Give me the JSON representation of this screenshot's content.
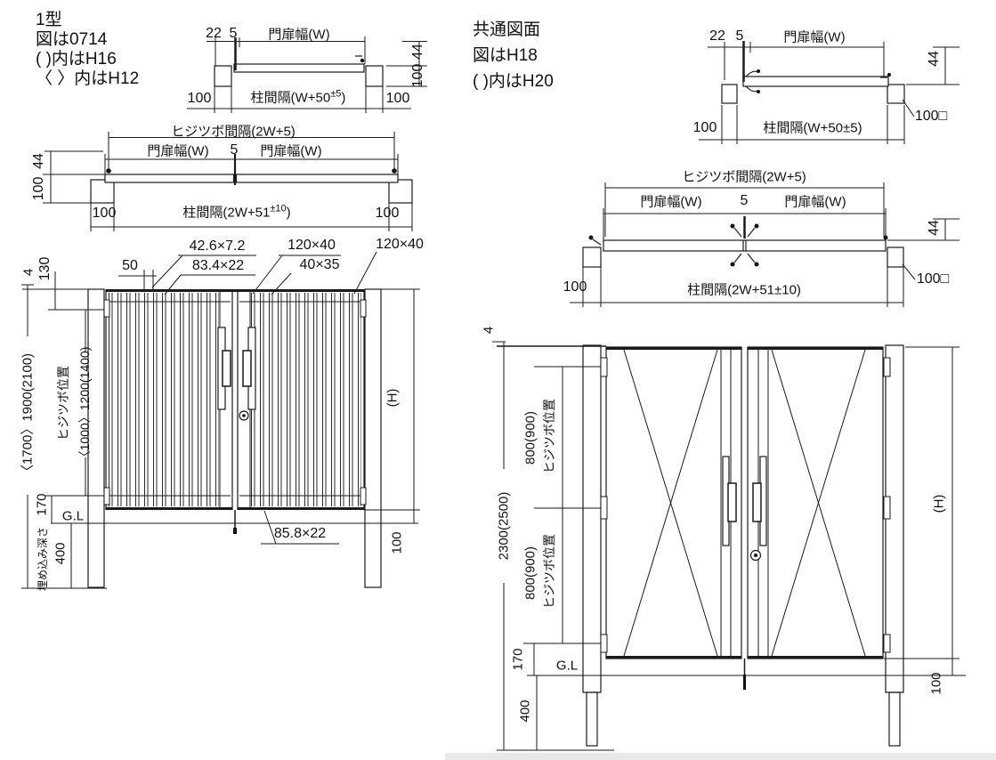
{
  "left": {
    "title": {
      "line1": "1型",
      "line2": "図は0714",
      "line3": "( )内はH16",
      "line4": "〈 〉内はH12"
    },
    "plan_top": {
      "dim_22": "22",
      "dim_5": "5",
      "door_width": "門扉幅(W)",
      "dim_44": "44",
      "dim_100_side": "100",
      "dim_100_left": "100",
      "pillar_pre": "柱間隔(W+50",
      "pillar_sup": "±5",
      "pillar_post": ")",
      "dim_100_right": "100"
    },
    "plan_mid": {
      "hinge_spacing": "ヒジツボ間隔(2W+5)",
      "door_width_left": "門扉幅(W)",
      "dim_5": "5",
      "door_width_right": "門扉幅(W)",
      "dim_44": "44",
      "dim_100_side": "100",
      "dim_100_left": "100",
      "pillar_pre": "柱間隔(2W+51",
      "pillar_sup": "±10",
      "pillar_post": ")",
      "dim_100_right": "100"
    },
    "elevation": {
      "dim_4": "4",
      "dim_130": "130",
      "dim_50": "50",
      "label_slat_top": "42.6×7.2",
      "label_slat_bottom": "83.4×22",
      "label_frame_top": "120×40",
      "label_crosspiece": "40×35",
      "label_post": "120×40",
      "label_bottom_rail": "85.8×22",
      "overall_height": "〈1700〉1900(2100)",
      "hinge_position": "ヒジツボ位置",
      "hinge_height": "〈1000〉1200(1400)",
      "dim_170": "170",
      "ground_line": "G.L",
      "embed_depth": "埋め込み深さ",
      "dim_400": "400",
      "door_height": "(H)",
      "dim_100": "100"
    }
  },
  "right": {
    "title": {
      "line1": "共通図面",
      "line2": "図はH18",
      "line3": "( )内はH20"
    },
    "plan_top": {
      "dim_22": "22",
      "dim_5": "5",
      "door_width": "門扉幅(W)",
      "dim_44": "44",
      "post_size": "100□",
      "dim_100_left": "100",
      "pillar": "柱間隔(W+50±5)"
    },
    "plan_mid": {
      "hinge_spacing": "ヒジツボ間隔(2W+5)",
      "door_width_left": "門扉幅(W)",
      "dim_5": "5",
      "door_width_right": "門扉幅(W)",
      "dim_44": "44",
      "post_size": "100□",
      "dim_100_left": "100",
      "pillar": "柱間隔(2W+51±10)"
    },
    "elevation": {
      "dim_4": "4",
      "overall_height": "2300(2500)",
      "hinge_span_upper": "800(900)",
      "hinge_position_upper": "ヒジツボ位置",
      "hinge_span_lower": "800(900)",
      "hinge_position_lower": "ヒジツボ位置",
      "dim_170": "170",
      "ground_line": "G.L",
      "dim_400": "400",
      "door_height": "(H)",
      "dim_100": "100"
    }
  }
}
